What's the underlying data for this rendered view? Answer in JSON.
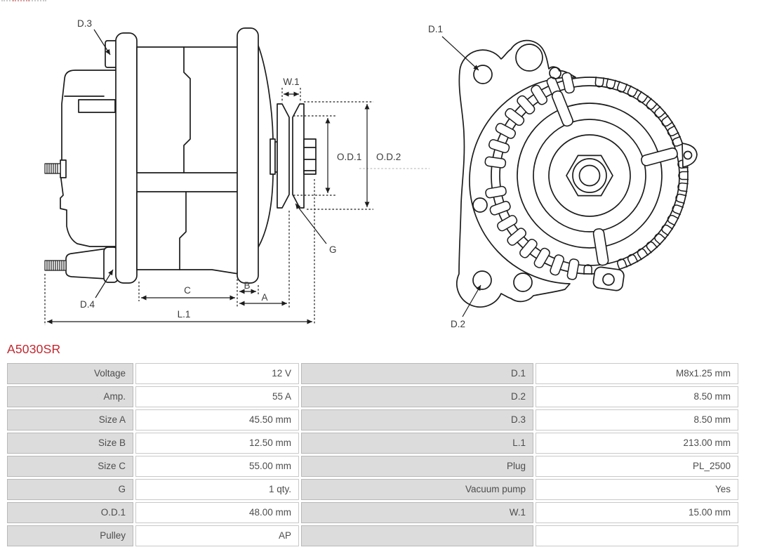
{
  "part_number": "A5030SR",
  "colors": {
    "part_number_red": "#c0272e",
    "drawing_line": "#1c1c1c",
    "table_label_bg": "#dcdcdc",
    "table_border": "#b9b9b9"
  },
  "diagram": {
    "side_view_labels": {
      "d3": "D.3",
      "d4": "D.4",
      "w1": "W.1",
      "od1": "O.D.1",
      "od2": "O.D.2",
      "g": "G",
      "c": "C",
      "b": "B",
      "a": "A",
      "l1": "L.1"
    },
    "front_view_labels": {
      "d1": "D.1",
      "d2": "D.2"
    }
  },
  "specs_table": {
    "rows": [
      {
        "label_left": "Voltage",
        "value_left": "12 V",
        "label_right": "D.1",
        "value_right": "M8x1.25 mm"
      },
      {
        "label_left": "Amp.",
        "value_left": "55 A",
        "label_right": "D.2",
        "value_right": "8.50 mm"
      },
      {
        "label_left": "Size A",
        "value_left": "45.50 mm",
        "label_right": "D.3",
        "value_right": "8.50 mm"
      },
      {
        "label_left": "Size B",
        "value_left": "12.50 mm",
        "label_right": "L.1",
        "value_right": "213.00 mm"
      },
      {
        "label_left": "Size C",
        "value_left": "55.00 mm",
        "label_right": "Plug",
        "value_right": "PL_2500"
      },
      {
        "label_left": "G",
        "value_left": "1 qty.",
        "label_right": "Vacuum pump",
        "value_right": "Yes"
      },
      {
        "label_left": "O.D.1",
        "value_left": "48.00 mm",
        "label_right": "W.1",
        "value_right": "15.00 mm"
      },
      {
        "label_left": "Pulley",
        "value_left": "AP",
        "label_right": "",
        "value_right": ""
      }
    ]
  }
}
